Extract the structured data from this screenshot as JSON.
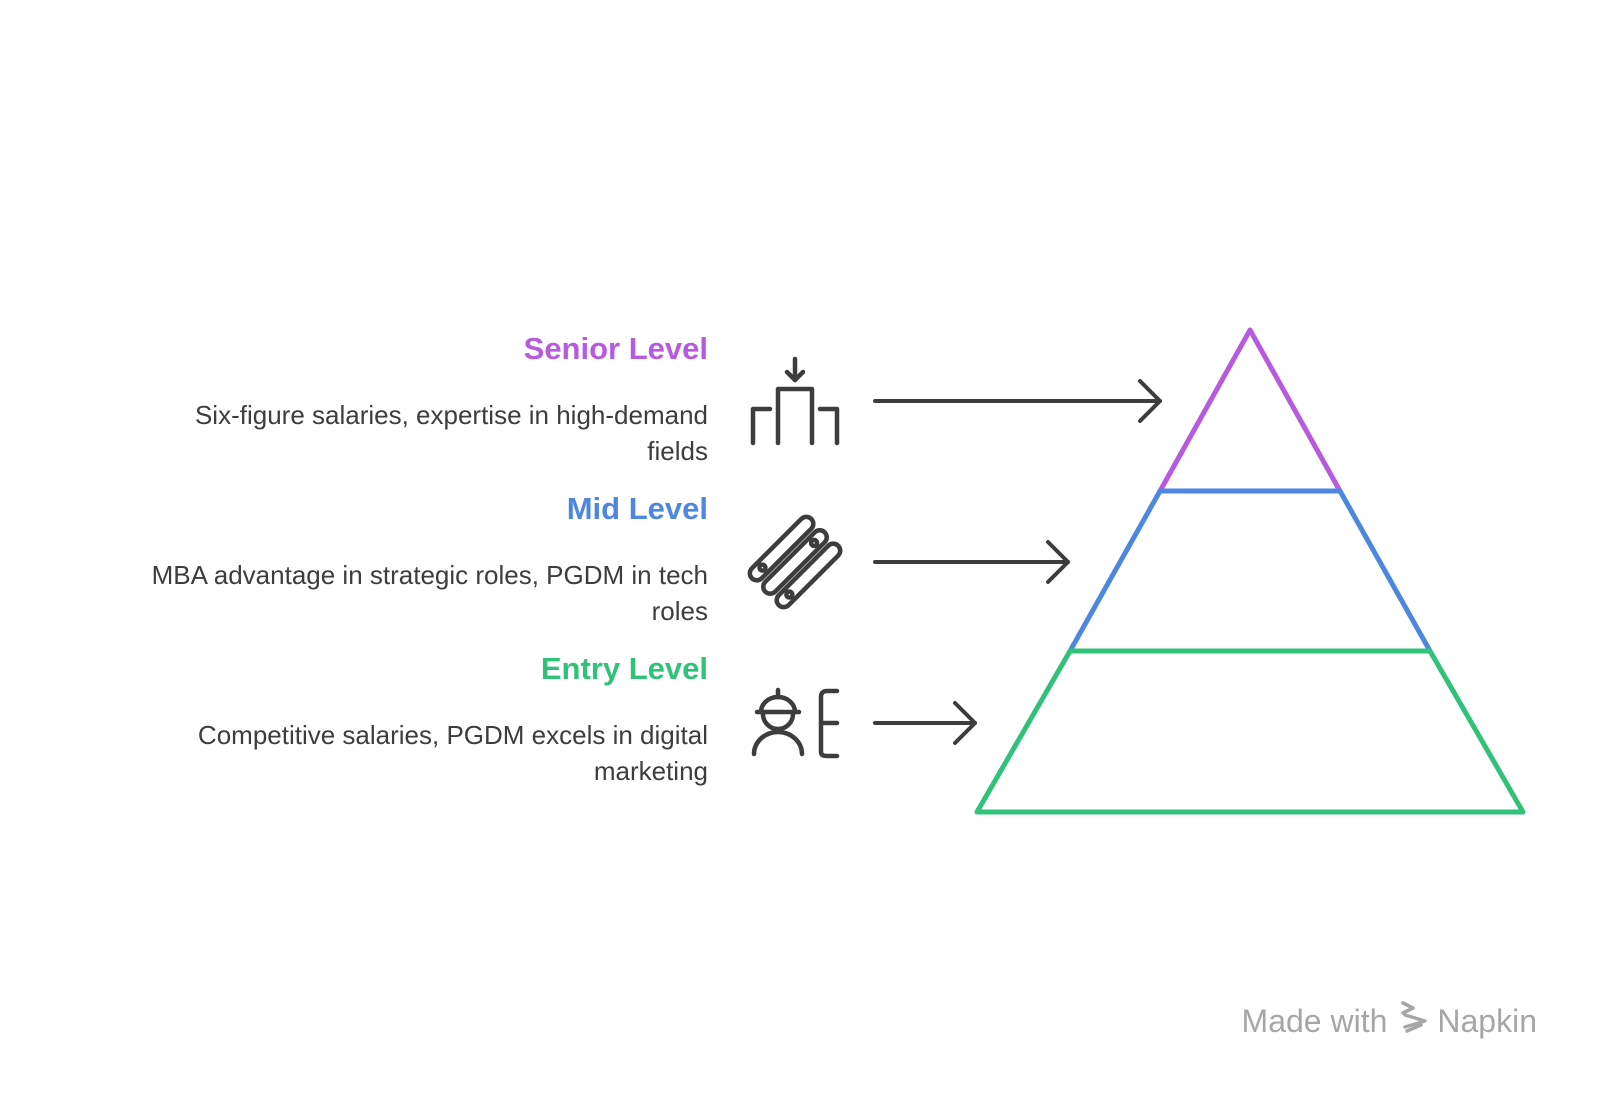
{
  "levels": [
    {
      "title": "Senior Level",
      "description": "Six-figure salaries, expertise in high-demand fields",
      "icon": "career-ladder-icon",
      "color": "#b65be0"
    },
    {
      "title": "Mid Level",
      "description": "MBA advantage in strategic roles, PGDM in tech roles",
      "icon": "skill-links-icon",
      "color": "#4d87e0"
    },
    {
      "title": "Entry Level",
      "description": "Competitive salaries, PGDM excels in digital marketing",
      "icon": "worker-hardhat-icon",
      "color": "#31c27a"
    }
  ],
  "footer": {
    "made_with": "Made with",
    "brand": "Napkin",
    "logo_icon": "napkin-logo-icon"
  },
  "colors": {
    "text": "#3d3d3d",
    "icon_stroke": "#3d3d3d",
    "footer": "#a6a6a6"
  }
}
